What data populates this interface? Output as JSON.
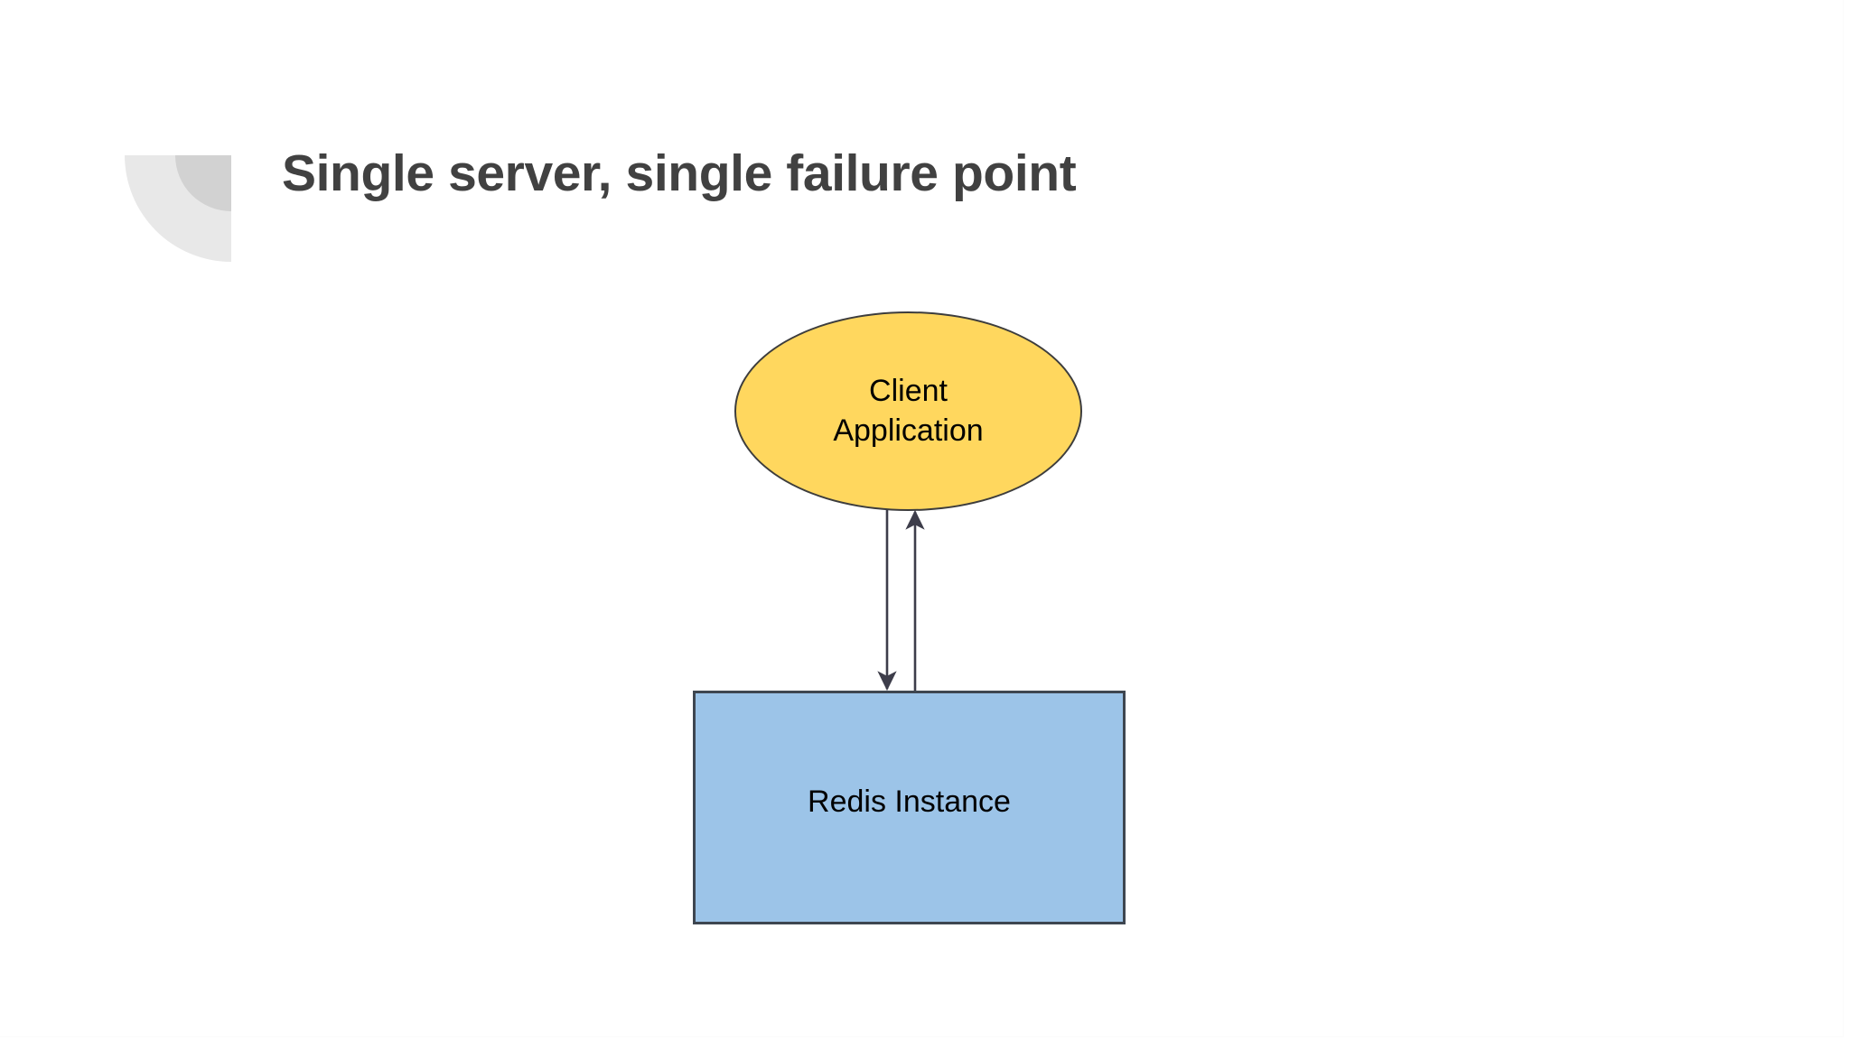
{
  "slide": {
    "title": "Single server, single failure point",
    "background_color": "#ffffff",
    "title_color": "#414141",
    "logo": {
      "icon_name": "quarter-disc-logo",
      "outer_color": "#e8e8e8",
      "inner_color": "#d2d2d2"
    }
  },
  "diagram": {
    "type": "flow",
    "nodes": [
      {
        "id": "client",
        "label": "Client Application",
        "label_line1": "Client",
        "label_line2": "Application",
        "shape": "ellipse",
        "fill": "#ffd75e",
        "stroke": "#3d3d3d",
        "text_color": "#000000"
      },
      {
        "id": "redis",
        "label": "Redis Instance",
        "shape": "rectangle",
        "fill": "#9cc4e8",
        "stroke": "#3e4650",
        "text_color": "#000000"
      }
    ],
    "edges": [
      {
        "id": "client-to-redis",
        "from": "client",
        "to": "redis",
        "direction": "down",
        "arrowhead": "end",
        "stroke": "#3d3d4a"
      },
      {
        "id": "redis-to-client",
        "from": "redis",
        "to": "client",
        "direction": "up",
        "arrowhead": "end",
        "stroke": "#3d3d4a"
      }
    ]
  }
}
